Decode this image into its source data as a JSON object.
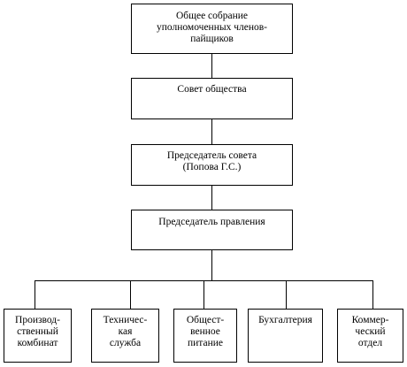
{
  "org_chart": {
    "general_meeting": "Общее собрание\nуполномоченных членов-\nпайщиков",
    "society_council": "Совет общества",
    "council_chairman": "Председатель совета\n(Попова Г.С.)",
    "board_chairman": "Председатель правления",
    "departments": [
      "Производ-\nственный\nкомбинат",
      "Техничес-\nкая\nслужба",
      "Общест-\nвенное\nпитание",
      "Бухгалтерия",
      "Коммер-\nческий\nотдел"
    ]
  }
}
